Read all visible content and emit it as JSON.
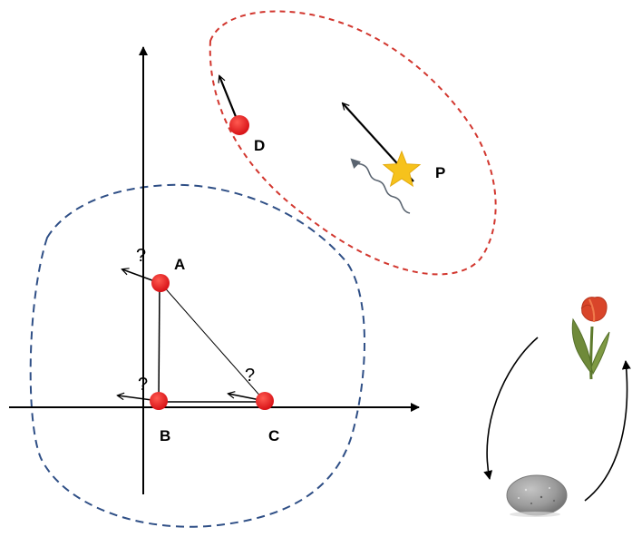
{
  "labels": {
    "A": "A",
    "B": "B",
    "C": "C",
    "D": "D",
    "P": "P",
    "question": "?"
  },
  "colors": {
    "point": "#e8141a",
    "star": "#f6c21c",
    "blue_region": "#2f4f86",
    "red_region": "#d2372f",
    "axes": "#000000",
    "wave": "#5a6470",
    "tulip_petal": "#d9452a",
    "tulip_leaf": "#6f8a3a",
    "stone": "#9b9b9b"
  },
  "icons": {
    "tulip": "tulip-icon",
    "stone": "stone-icon",
    "star": "star-icon",
    "wave": "wavy-arrow-icon"
  }
}
